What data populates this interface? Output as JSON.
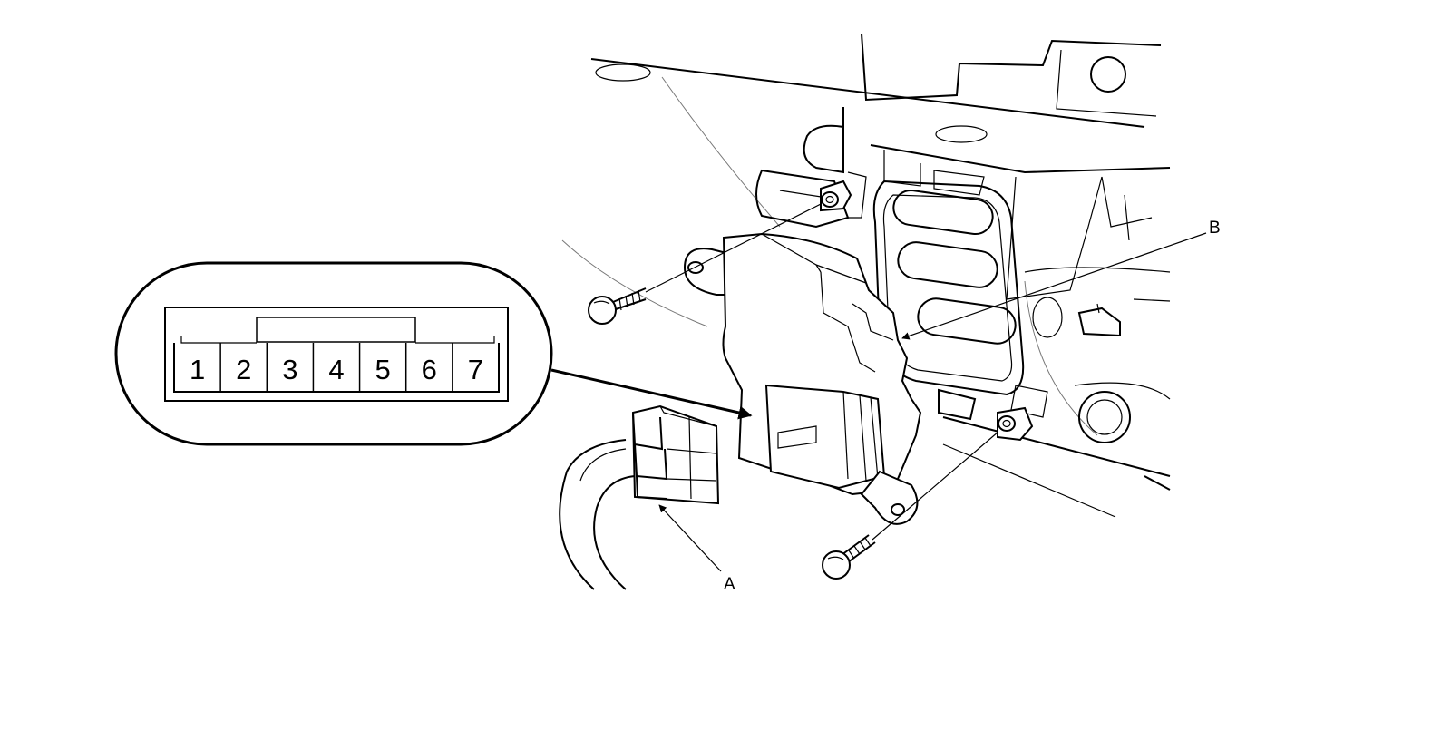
{
  "connector_pins": [
    "1",
    "2",
    "3",
    "4",
    "5",
    "6",
    "7"
  ],
  "callouts": {
    "a": "A",
    "b": "B"
  }
}
